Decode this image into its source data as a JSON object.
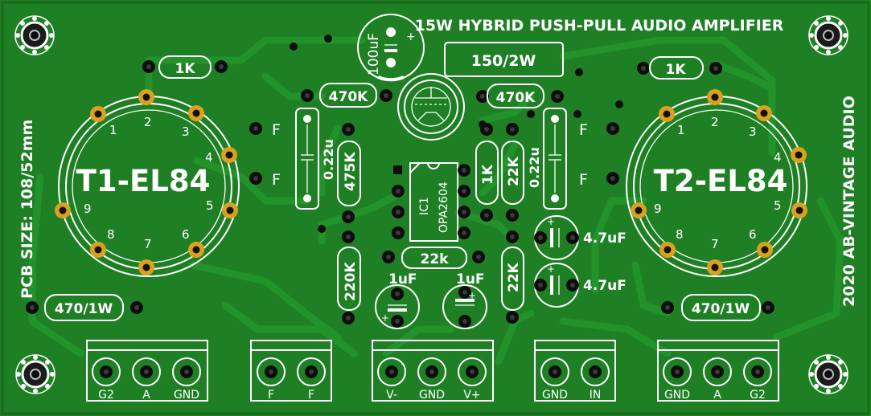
{
  "board": {
    "title": "15W HYBRID PUSH-PULL AUDIO AMPLIFIER",
    "size_label": "PCB SIZE: 108/52mm",
    "credit": "2020 AB-VINTAGE AUDIO",
    "colors": {
      "pcb": "#1f7f24",
      "silk": "#ffffff",
      "pad": "#d9a21e",
      "trace": "#22922b"
    }
  },
  "tubes": {
    "left": {
      "label": "T1-EL84",
      "pins": [
        "1",
        "2",
        "3",
        "4",
        "5",
        "6",
        "7",
        "8",
        "9"
      ]
    },
    "right": {
      "label": "T2-EL84",
      "pins": [
        "1",
        "2",
        "3",
        "4",
        "5",
        "6",
        "7",
        "8",
        "9"
      ]
    }
  },
  "components": {
    "r_1k_left": "1K",
    "r_1k_right": "1K",
    "cap_100uf": "100uF",
    "r_150": "150/2W",
    "r_470k_left": "470K",
    "r_470k_right": "470K",
    "cap_022_left": "0.22u",
    "cap_022_right": "0.22u",
    "r_475k": "475K",
    "r_1k_mid": "1K",
    "r_22k_a": "22K",
    "ic_ref": "IC1",
    "ic_part": "OPA2604",
    "cap_47_a": "4.7uF",
    "cap_47_b": "4.7uF",
    "r_220k": "220K",
    "r_22k_b": "22k",
    "r_22k_c": "22K",
    "cap_1uf_a": "1uF",
    "cap_1uf_b": "1uF",
    "r_470_left": "470/1W",
    "r_470_right": "470/1W",
    "f_mark": "F"
  },
  "connectors": [
    {
      "pins": [
        "G2",
        "A",
        "GND"
      ]
    },
    {
      "pins": [
        "F",
        "F"
      ]
    },
    {
      "pins": [
        "V-",
        "GND",
        "V+"
      ]
    },
    {
      "pins": [
        "GND",
        "IN"
      ]
    },
    {
      "pins": [
        "GND",
        "A",
        "G2"
      ]
    }
  ]
}
